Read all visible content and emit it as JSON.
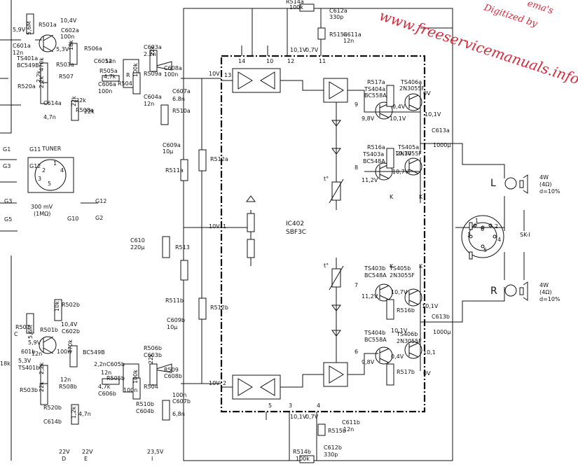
{
  "watermark": {
    "url": "www.freeservicemanuals.info",
    "line1": "ema's",
    "line2": "Digitized by"
  },
  "ic": {
    "name": "IC402",
    "type": "SBF3C",
    "pins": [
      "14",
      "10",
      "12",
      "11",
      "13",
      "9",
      "8",
      "1",
      "7",
      "6",
      "2",
      "5",
      "3",
      "4"
    ]
  },
  "tuner": {
    "label": "TUNER",
    "level": "300 mV",
    "impedance": "(1MΩ)",
    "pins": [
      "1",
      "2",
      "3",
      "4",
      "5"
    ],
    "sections": [
      "G1",
      "G3",
      "G11",
      "G12",
      "G3",
      "G5",
      "G10",
      "G12",
      "G2"
    ]
  },
  "channel_a": {
    "components": [
      "R501a",
      "C602a",
      "10,4V",
      "100n",
      "5,3V",
      "TS401a",
      "BC549B",
      "R506a",
      "C603a",
      "2.2n",
      "C605a",
      "12n",
      "R505a",
      "4,7k",
      "C606a",
      "100n",
      "R504",
      "R509a",
      "C608a",
      "100n",
      "C607a",
      "6.8n",
      "C604a",
      "12n",
      "R510a",
      "R520a",
      "C614a",
      "4,7n",
      "R508a",
      "C601a",
      "12n",
      "5,9V",
      "R503a",
      "R507",
      "R",
      "22k",
      "22k"
    ],
    "resistor_values": [
      "5,6M",
      "18k",
      "470k",
      "2,2k",
      "22k",
      "100k",
      "22k",
      "2,2k"
    ]
  },
  "channel_b": {
    "components": [
      "R502b",
      "R501b",
      "10,4V",
      "C602b",
      "100n",
      "5,3V",
      "TS401b",
      "BC549B",
      "R506b",
      "C603b",
      "2,2n",
      "C605b",
      "12n",
      "R505b",
      "4,7k",
      "C606b",
      "100n",
      "R504",
      "R509",
      "C608b",
      "100n",
      "C607b",
      "6,8n",
      "R510b",
      "C604b",
      "12n",
      "R503b",
      "R520b",
      "C614b",
      "4,7n",
      "R508b",
      "R507",
      "C",
      "601b",
      "12n",
      "5,9V",
      "18k"
    ],
    "resistor_values": [
      "10k",
      "5,6M",
      "470k",
      "2,2k",
      "22k",
      "100k",
      "22k",
      "1,2k"
    ]
  },
  "center": {
    "components": [
      "R514a",
      "100k",
      "C612a",
      "330p",
      "R515a",
      "C611a",
      "12n",
      "C609a",
      "10µ",
      "R511a",
      "R512a",
      "C610",
      "220µ",
      "R513",
      "R511b",
      "C609b",
      "10µ",
      "R512b",
      "R514b",
      "100k",
      "C612b",
      "330p",
      "R515b",
      "C611b",
      "12n"
    ],
    "voltages": [
      "10V",
      "10,1V",
      "0,7V",
      "10V",
      "10V",
      "10,1V",
      "0,7V"
    ]
  },
  "output": {
    "transistors": [
      "R517a",
      "TS404a",
      "BC558A",
      "TS406a",
      "2N3055F",
      "R516a",
      "TS403a",
      "BC548A",
      "TS405a",
      "2N3055F",
      "TS403b",
      "BC548A",
      "TS405b",
      "2N3055F",
      "TS404b",
      "BC558A",
      "TS406b",
      "2N3055F"
    ],
    "labels": [
      "R516b",
      "R517b",
      "K",
      "K",
      "K",
      "K",
      "t°",
      "t°"
    ],
    "voltages": [
      "9,8V",
      "0,4V",
      "10,1V",
      "0V",
      "10,1V",
      "11,2V",
      "10,7V",
      "10,1V",
      "11,2V",
      "10,7V",
      "10,1V",
      "9,8V",
      "0,4V",
      "0V",
      "10,1V",
      "10,1"
    ],
    "caps": [
      "C613a",
      "1000µ",
      "C613b",
      "1000µ"
    ]
  },
  "speakers": {
    "connector": "SK-I",
    "left": {
      "label": "L",
      "power": "4W",
      "impedance": "(4Ω)",
      "distortion": "d=10%"
    },
    "right": {
      "label": "R",
      "power": "4W",
      "impedance": "(4Ω)",
      "distortion": "d=10%"
    },
    "pins": [
      "1",
      "2",
      "3",
      "4",
      "5",
      "6"
    ]
  },
  "bottom": {
    "labels": [
      "22V",
      "D",
      "22V",
      "E",
      "23,5V",
      "I"
    ]
  }
}
